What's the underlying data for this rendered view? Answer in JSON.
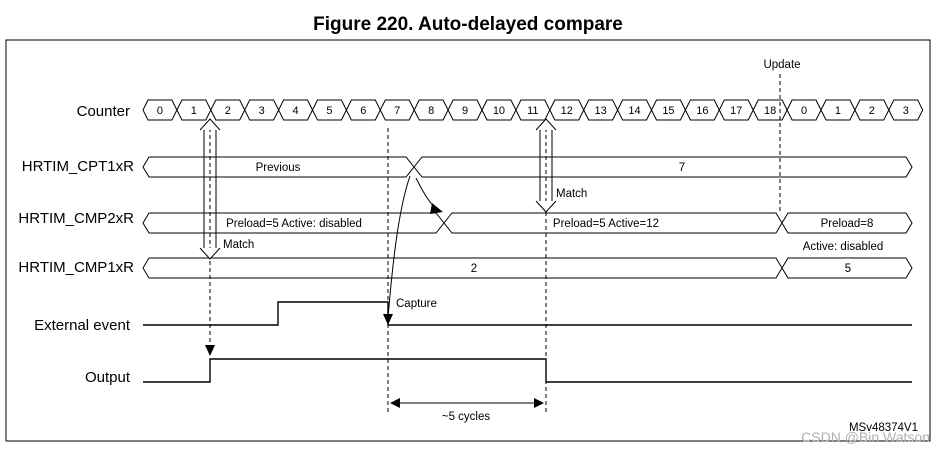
{
  "figure": {
    "title": "Figure 220. Auto-delayed compare",
    "ref": "MSv48374V1",
    "watermark": "CSDN @Bin Watson"
  },
  "signals": {
    "counter": "Counter",
    "cpt": "HRTIM_CPT1xR",
    "cmp2": "HRTIM_CMP2xR",
    "cmp1": "HRTIM_CMP1xR",
    "ext": "External event",
    "out": "Output"
  },
  "counter_values": [
    "0",
    "1",
    "2",
    "3",
    "4",
    "5",
    "6",
    "7",
    "8",
    "9",
    "10",
    "11",
    "12",
    "13",
    "14",
    "15",
    "16",
    "17",
    "18",
    "0",
    "1",
    "2",
    "3"
  ],
  "cpt_segments": [
    "Previous",
    "7"
  ],
  "cmp2_segments": [
    "Preload=5 Active: disabled",
    "Preload=5 Active=12",
    "Preload=8"
  ],
  "cmp1_segments": [
    "2",
    "5"
  ],
  "annotations": {
    "update": "Update",
    "match1": "Match",
    "match2": "Match",
    "active_disabled": "Active: disabled",
    "capture": "Capture",
    "cycles": "~5 cycles"
  }
}
